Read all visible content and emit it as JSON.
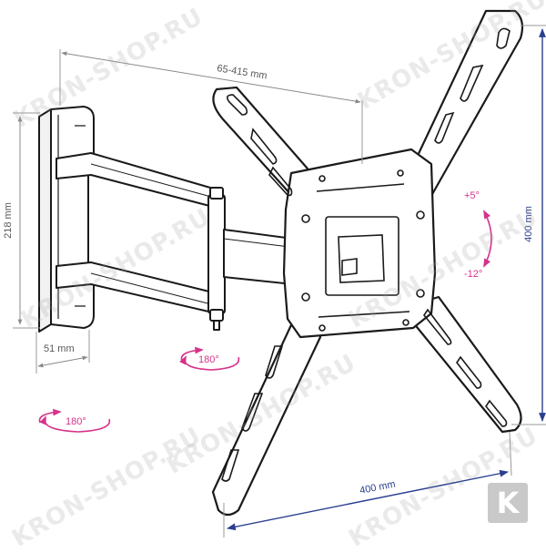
{
  "dimensions": {
    "arm_extension": "65-415 mm",
    "wall_plate_height": "218 mm",
    "wall_plate_depth": "51 mm",
    "vesa_vertical": "400 mm",
    "vesa_horizontal": "400 mm"
  },
  "rotation": {
    "tilt_up": "+5°",
    "tilt_down": "-12°",
    "swivel_arm": "180°",
    "swivel_wall": "180°"
  },
  "watermark": {
    "text": "KRON-SHOP.RU",
    "logo_letter": "K"
  },
  "colors": {
    "line": "#1a1a1a",
    "dimension": "#2a3f8f",
    "extension": "#9a9a9a",
    "rotation": "#d6328a",
    "watermark": "#c9c9c9"
  }
}
